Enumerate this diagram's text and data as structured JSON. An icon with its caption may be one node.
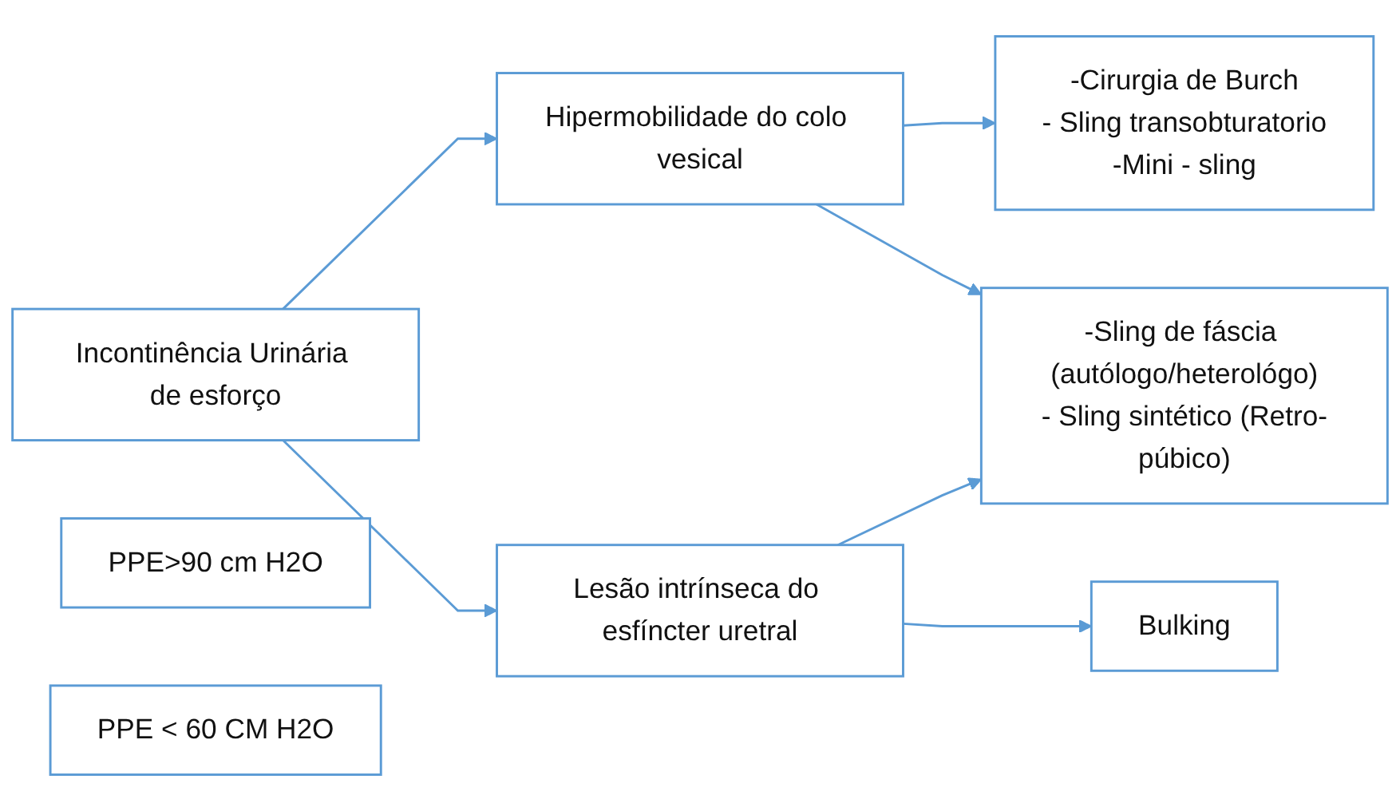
{
  "diagram": {
    "nodes": [
      {
        "text": [
          "Incontinência Urinária de esforço"
        ]
      },
      {
        "text": [
          "PPE>90 cm H2O"
        ]
      },
      {
        "text": [
          "Hipermobilidade do colo vesical"
        ]
      },
      {
        "text": [
          "PPE < 60 CM H2O"
        ]
      },
      {
        "text": [
          "Lesão intrínseca do esfíncter uretral"
        ]
      },
      {
        "text": [
          "-Cirurgia de Burch",
          "- Sling transobturatorio",
          "-Mini - sling"
        ]
      },
      {
        "text": [
          "-Sling de fáscia (autólogo/heterológo)",
          "- Sling sintético (Retro-púbico)"
        ]
      },
      {
        "text": [
          "Bulking"
        ]
      }
    ],
    "edges": [
      {
        "from": 0,
        "to": 2,
        "arrow": "to"
      },
      {
        "from": 0,
        "to": 4,
        "arrow": "to"
      },
      {
        "from": 2,
        "to": 5,
        "arrow": "to"
      },
      {
        "from": 2,
        "to": 6,
        "arrow": "to"
      },
      {
        "from": 4,
        "to": 6,
        "arrow": "to"
      },
      {
        "from": 4,
        "to": 7,
        "arrow": "to"
      }
    ]
  }
}
